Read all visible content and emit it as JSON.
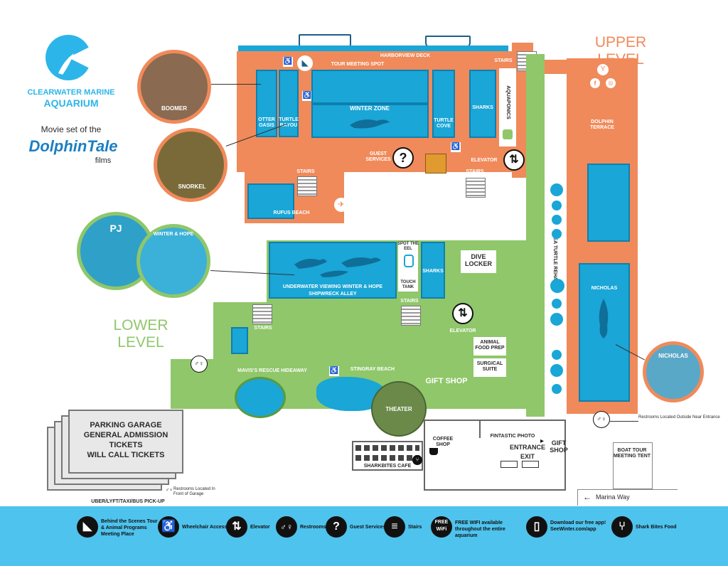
{
  "brand": {
    "name_line1": "CLEARWATER MARINE",
    "name_line2": "AQUARIUM",
    "movie_line": "Movie set of the",
    "movie_name": "DolphinTale",
    "movie_suffix": "films"
  },
  "levels": {
    "upper": "UPPER LEVEL",
    "lower": "LOWER LEVEL"
  },
  "upper": {
    "harborview": "HARBORVIEW DECK",
    "tour_meeting": "TOUR MEETING SPOT",
    "otter_oasis": "OTTER OASIS",
    "turtle_bayou": "TURTLE BAYOU",
    "winter_zone": "WINTER ZONE",
    "turtle_cove": "TURTLE COVE",
    "sharks": "SHARKS",
    "aquaponics": "AQUAPONICS",
    "stairs": "STAIRS",
    "guest_services": "GUEST SERVICES",
    "elevator": "ELEVATOR",
    "rufus_beach": "RUFUS BEACH",
    "dolphin_terrace": "DOLPHIN TERRACE",
    "nicholas": "NICHOLAS",
    "sea_turtle_rehab": "SEA TURTLE REHAB"
  },
  "lower": {
    "underwater": "UNDERWATER VIEWING WINTER & HOPE",
    "shipwreck": "SHIPWRECK ALLEY",
    "spot_eel": "SPOT THE EEL",
    "touch_tank": "TOUCH TANK",
    "sharks": "SHARKS",
    "dive_locker": "DIVE LOCKER",
    "stairs": "STAIRS",
    "elevator": "ELEVATOR",
    "animal_food": "ANIMAL FOOD PREP",
    "surgical": "SURGICAL SUITE",
    "mavis": "MAVIS'S RESCUE HIDEAWAY",
    "stingray": "STINGRAY BEACH",
    "gift_shop": "GIFT SHOP",
    "theater": "THEATER"
  },
  "photos": {
    "boomer": "BOOMER",
    "snorkel": "SNORKEL",
    "pj": "PJ",
    "winter_hope": "WINTER & HOPE",
    "nicholas": "NICHOLAS"
  },
  "entrance": {
    "coffee_shop": "COFFEE SHOP",
    "fintastic": "FINTASTIC PHOTO",
    "entrance": "ENTRANCE",
    "exit": "EXIT",
    "gift_shop": "GIFT SHOP",
    "sharkbites": "SHARKBITES CAFE",
    "boat_tour": "BOAT TOUR MEETING TENT",
    "marina_way": "Marina Way",
    "restrooms_outside": "Restrooms Located Outside Near Entrance"
  },
  "parking": {
    "line1": "PARKING GARAGE",
    "line2": "GENERAL ADMISSION",
    "line3": "TICKETS",
    "line4": "WILL CALL TICKETS",
    "pickup": "UBER/LYFT/TAXI/BUS PICK-UP",
    "restrooms_front": "Restrooms Located In Front of Garage"
  },
  "legend": [
    {
      "icon": "dolphin-icon",
      "glyph": "◣",
      "label": "Behind the Scenes Tour & Animal Programs Meeting Place"
    },
    {
      "icon": "wheelchair-icon",
      "glyph": "♿",
      "label": "Wheelchair Access"
    },
    {
      "icon": "elevator-icon",
      "glyph": "⇅",
      "label": "Elevator"
    },
    {
      "icon": "restroom-icon",
      "glyph": "♂♀",
      "label": "Restrooms"
    },
    {
      "icon": "guest-services-icon",
      "glyph": "?",
      "label": "Guest Services"
    },
    {
      "icon": "stairs-icon",
      "glyph": "≡",
      "label": "Stairs"
    },
    {
      "icon": "wifi-icon",
      "glyph": "FREE WiFi",
      "label": "FREE WIFI available throughout the entire aquarium"
    },
    {
      "icon": "phone-icon",
      "glyph": "▯",
      "label": "Download our free app! SeeWinter.com/app"
    },
    {
      "icon": "food-icon",
      "glyph": "⑂",
      "label": "Shark Bites Food"
    }
  ],
  "colors": {
    "upper": "#f08a5a",
    "lower": "#8fc76a",
    "water": "#1aa6d6",
    "legend_bar": "#4ec3ee",
    "brand": "#2cb5e8"
  }
}
